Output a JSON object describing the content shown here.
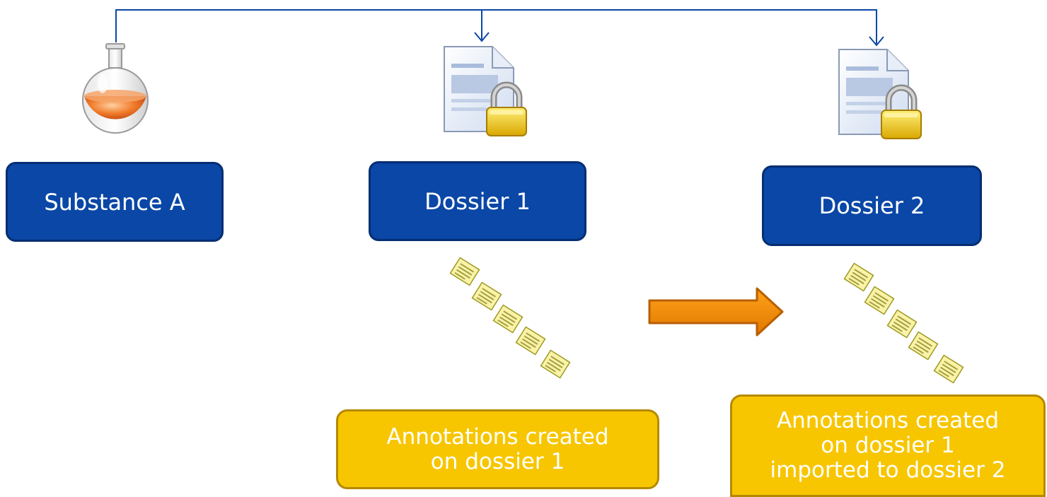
{
  "colors": {
    "node_fill": "#0a47a6",
    "node_border": "#052e72",
    "note_fill": "#f7c600",
    "note_border": "#b58a00",
    "connector": "#0a47a6",
    "flow_arrow": "#f08c00"
  },
  "icons": {
    "substance": "flask-icon",
    "dossier": "locked-document-icon",
    "annotation": "note-icon"
  },
  "nodes": {
    "substance": {
      "label": "Substance A"
    },
    "dossier1": {
      "label": "Dossier 1"
    },
    "dossier2": {
      "label": "Dossier 2"
    }
  },
  "notes": {
    "dossier1": {
      "text": "Annotations created\non dossier 1"
    },
    "dossier2": {
      "text": "Annotations created\non dossier 1\nimported to dossier 2"
    }
  }
}
